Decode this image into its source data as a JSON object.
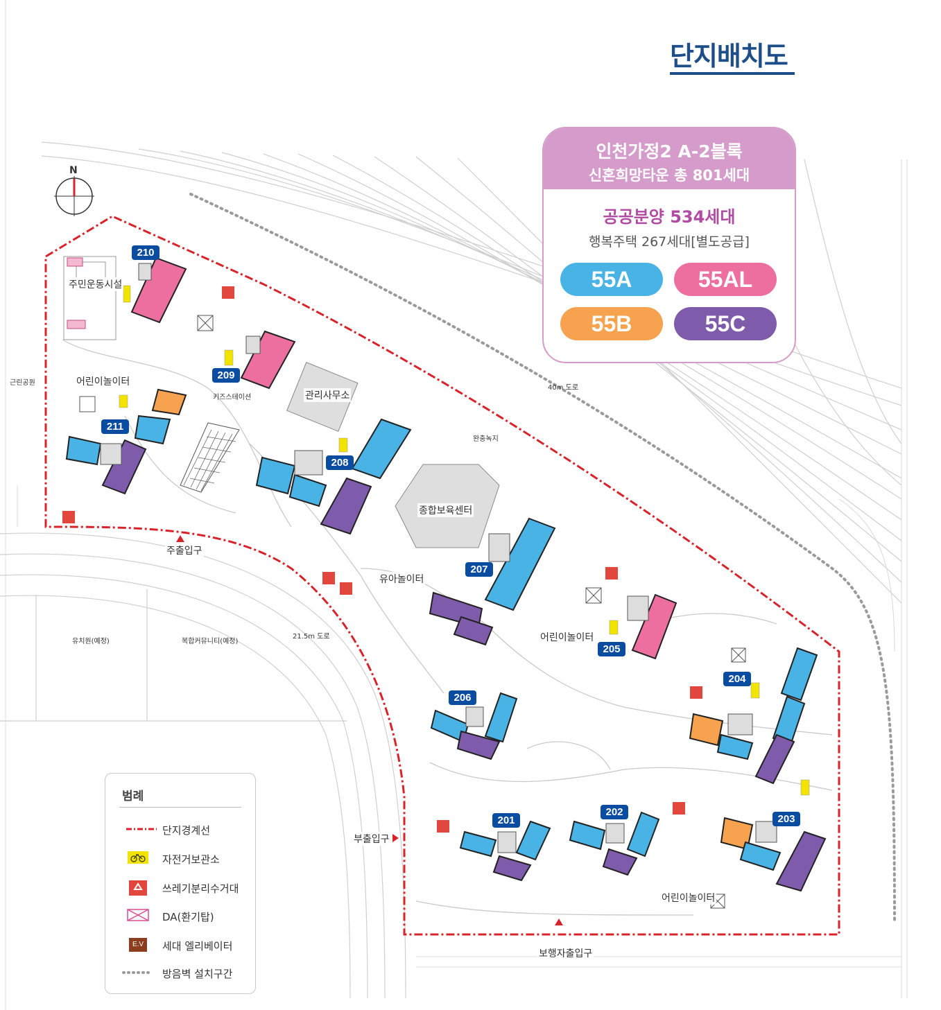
{
  "title": "단지배치도",
  "summary": {
    "line1": "인천가정2 A-2블록",
    "line2": "신혼희망타운 총 801세대",
    "public_sale": "공공분양 534세대",
    "happy_housing": "행복주택 267세대[별도공급]",
    "types": [
      {
        "label": "55A",
        "color": "#4ab3e6"
      },
      {
        "label": "55AL",
        "color": "#ec6fa0"
      },
      {
        "label": "55B",
        "color": "#f6a24e"
      },
      {
        "label": "55C",
        "color": "#7f5bab"
      }
    ]
  },
  "compass": "N",
  "buildings": [
    "210",
    "209",
    "211",
    "208",
    "207",
    "205",
    "204",
    "206",
    "201",
    "202",
    "203"
  ],
  "labels": {
    "community": "주민운동시설",
    "playground_1": "어린이놀이터",
    "kids_station": "키즈스테이션",
    "office": "관리사무소",
    "childcare": "종합보육센터",
    "infant_play": "유아놀이터",
    "playground_2": "어린이놀이터",
    "playground_3": "어린이놀이터",
    "park": "근린공원",
    "road_40": "40m 도로",
    "buffer": "완충녹지",
    "road_21": "21.5m 도로",
    "kindergarten": "유치원(예정)",
    "complex_comm": "복합커뮤니티(예정)",
    "main_entry": "주출입구",
    "sub_entry": "부출입구",
    "ped_entry": "보행자출입구"
  },
  "legend": {
    "title": "범례",
    "items": [
      {
        "label": "단지경계선",
        "symbol": "boundary"
      },
      {
        "label": "자전거보관소",
        "symbol": "bicycle"
      },
      {
        "label": "쓰레기분리수거대",
        "symbol": "recycle"
      },
      {
        "label": "DA(환기탑)",
        "symbol": "vent"
      },
      {
        "label": "세대 엘리베이터",
        "symbol": "elevator",
        "badge": "E.V"
      },
      {
        "label": "방음벽 설치구간",
        "symbol": "soundwall"
      }
    ]
  },
  "colors": {
    "55A": "#4ab3e6",
    "55AL": "#ec6fa0",
    "55B": "#f6a24e",
    "55C": "#7f5bab",
    "boundary": "#d9232a",
    "building_no": "#0a4da0",
    "bike": "#f3e300",
    "recycle": "#e1473c",
    "ev": "#8a3d1f"
  }
}
